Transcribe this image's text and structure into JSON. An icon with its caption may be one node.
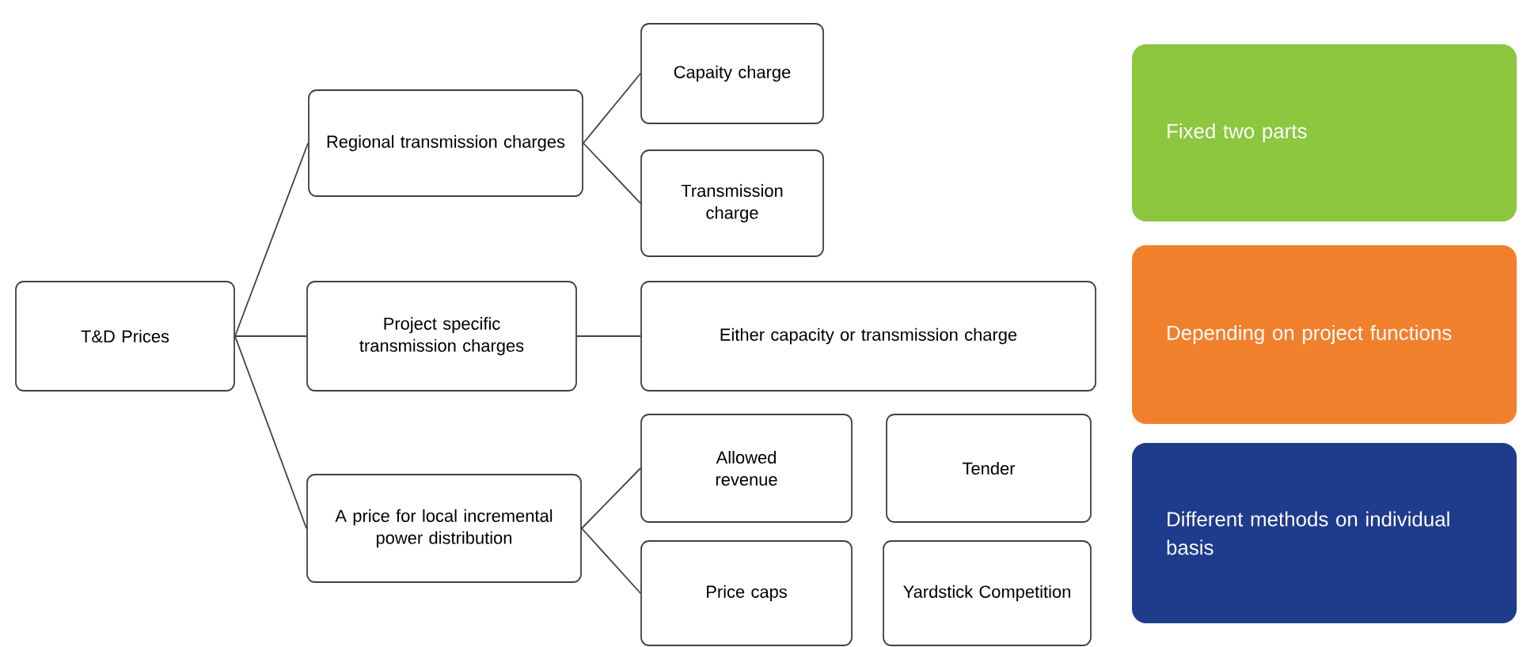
{
  "diagram": {
    "nodes": [
      {
        "text": [
          "T&D Prices"
        ]
      },
      {
        "text": [
          "Regional transmission charges"
        ]
      },
      {
        "text": [
          "Capaity charge"
        ]
      },
      {
        "text": [
          "Transmission charge"
        ]
      },
      {
        "text": [
          "Project specific transmission charges"
        ]
      },
      {
        "text": [
          "Either capacity or transmission charge"
        ]
      },
      {
        "text": [
          "A price for local incremental power distribution"
        ]
      },
      {
        "text": [
          "Allowed revenue"
        ]
      },
      {
        "text": [
          "Tender"
        ]
      },
      {
        "text": [
          "Price caps"
        ]
      },
      {
        "text": [
          "Yardstick Competition"
        ]
      },
      {
        "text": [
          "Fixed two parts"
        ]
      },
      {
        "text": [
          "Depending on project functions"
        ]
      },
      {
        "text": [
          "Different methods on individual basis"
        ]
      }
    ],
    "edges": [
      {
        "from": 0,
        "to": 1,
        "arrow": "none"
      },
      {
        "from": 0,
        "to": 4,
        "arrow": "none"
      },
      {
        "from": 0,
        "to": 6,
        "arrow": "none"
      },
      {
        "from": 1,
        "to": 2,
        "arrow": "none"
      },
      {
        "from": 1,
        "to": 3,
        "arrow": "none"
      },
      {
        "from": 4,
        "to": 5,
        "arrow": "none"
      },
      {
        "from": 6,
        "to": 7,
        "arrow": "none"
      },
      {
        "from": 6,
        "to": 9,
        "arrow": "none"
      }
    ]
  }
}
